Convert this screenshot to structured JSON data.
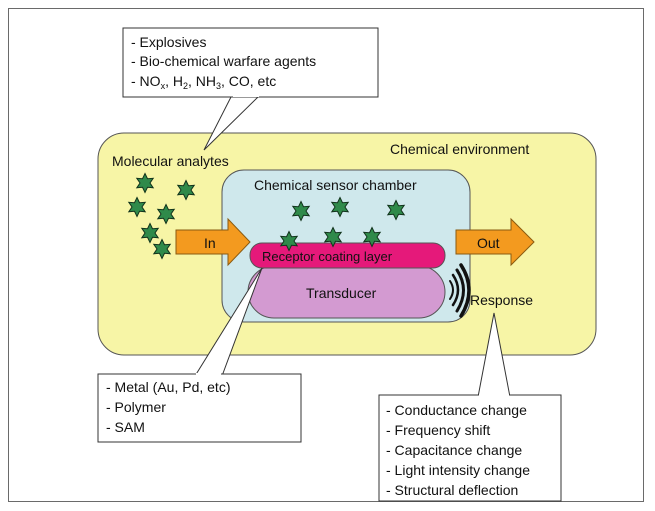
{
  "analytes_box": {
    "items": [
      "- Explosives",
      "- Bio-chemical warfare agents"
    ],
    "gas_line": {
      "prefix": "- NO",
      "no_sub": "x",
      "h_part": ", H",
      "h_sub": "2",
      "nh_part": ", NH",
      "nh_sub": "3",
      "suffix": ", CO, etc"
    }
  },
  "environment": {
    "label": "Chemical environment",
    "molecular_label": "Molecular analytes"
  },
  "chamber": {
    "label": "Chemical sensor chamber",
    "in_label": "In",
    "out_label": "Out",
    "receptor_label": "Receptor coating layer",
    "transducer_label": "Transducer",
    "response_label": "Response"
  },
  "receptor_box": {
    "items": [
      "- Metal (Au, Pd, etc)",
      "- Polymer",
      "- SAM"
    ]
  },
  "response_box": {
    "items": [
      "- Conductance change",
      "- Frequency shift",
      "- Capacitance change",
      "- Light intensity change",
      "- Structural deflection"
    ]
  },
  "colors": {
    "environment_fill": "#f7f5a6",
    "chamber_fill": "#cfe8ec",
    "arrow_fill": "#f39a1f",
    "receptor_fill": "#e5197a",
    "transducer_fill": "#d39ad1",
    "star_fill": "#2f8a4a"
  }
}
